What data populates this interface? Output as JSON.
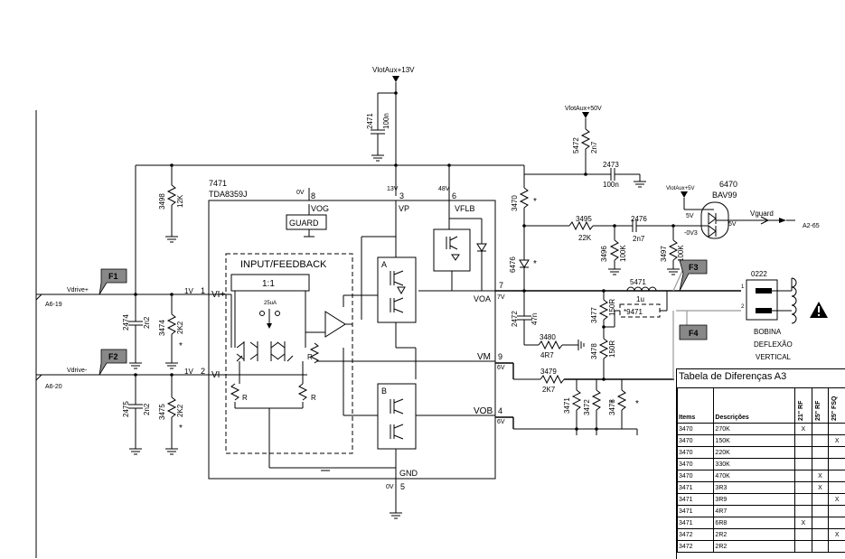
{
  "supply": {
    "vlot13": "VlotAux+13V",
    "vlot50": "VlotAux+50V",
    "vlot5": "VlotAux+5V"
  },
  "ic": {
    "ref": "7471",
    "part": "TDA8359J",
    "vog": "VOG",
    "guard": "GUARD",
    "vp": "VP",
    "vflb": "VFLB",
    "voa": "VOA",
    "vm": "VM",
    "vob": "VOB",
    "gnd": "GND",
    "vip": "VI+",
    "vim": "VI-",
    "block": "INPUT/FEEDBACK",
    "ratio": "1:1",
    "current": "25uA",
    "ampA": "A",
    "ampB": "B",
    "res_r": "R"
  },
  "pins": {
    "p1": "1",
    "p2": "2",
    "p3": "3",
    "p4": "4",
    "p5": "5",
    "p6": "6",
    "p7": "7",
    "p8": "8",
    "p9": "9"
  },
  "volts": {
    "v0_8": "0V",
    "v13": "13V",
    "v48": "48V",
    "v1a": "1V",
    "v1b": "1V",
    "v7": "7V",
    "v6a": "6V",
    "v6b": "6V",
    "v0_5": "0V",
    "v5a": "5V",
    "v5b": "5V",
    "v03": "-0V3"
  },
  "components": {
    "c2471": "2471",
    "c2471v": "100n",
    "r5472": "5472",
    "r5472v": "2n7",
    "c2473": "2473",
    "c2473v": "100n",
    "r3498": "3498",
    "r3498v": "12K",
    "r3470": "3470",
    "star": "*",
    "r3495": "3495",
    "r3495v": "22K",
    "c2476": "2476",
    "c2476v": "2n7",
    "r3496": "3496",
    "r3496v": "100K",
    "r3497": "3497",
    "r3497v": "100K",
    "d6470": "6470",
    "d6470v": "BAV99",
    "d6476": "6476",
    "l5471": "5471",
    "l5471v": "1u",
    "l5471n": "*9471",
    "c2472": "2472",
    "c2472v": "47n",
    "r3477": "3477",
    "r3477v": "150R",
    "r3478": "3478",
    "r3478v": "150R",
    "r3480": "3480",
    "r3480v": "4R7",
    "r3479": "3479",
    "r3479v": "2K7",
    "r3471": "3471",
    "r3472": "3472",
    "r3473": "3473",
    "c2474": "2474",
    "c2474v": "2n2",
    "r3474": "3474",
    "r3474v": "2K2",
    "c2475": "2475",
    "c2475v": "2n2",
    "r3475": "3475",
    "r3475v": "2K2",
    "conn": "0222",
    "conn1": "1",
    "conn2": "2"
  },
  "signals": {
    "vdrive_p": "Vdrive+",
    "vdrive_m": "Vdrive-",
    "a619": "A6-19",
    "a620": "A6-20",
    "vguard": "Vguard",
    "a265": "A2-65"
  },
  "flags": {
    "f1": "F1",
    "f2": "F2",
    "f3": "F3",
    "f4": "F4"
  },
  "coil": {
    "l1": "BOBINA",
    "l2": "DEFLEXÃO",
    "l3": "VERTICAL"
  },
  "table": {
    "title": "Tabela de Diferenças A3",
    "h_items": "Items",
    "h_desc": "Descrições",
    "h_c1": "21\" RF",
    "h_c2": "25\" RF",
    "h_c3": "25\" FSQ",
    "rows": [
      {
        "item": "3470",
        "desc": "270K",
        "a": "X",
        "b": "",
        "c": ""
      },
      {
        "item": "3470",
        "desc": "150K",
        "a": "",
        "b": "",
        "c": "X"
      },
      {
        "item": "3470",
        "desc": "220K",
        "a": "",
        "b": "",
        "c": ""
      },
      {
        "item": "3470",
        "desc": "330K",
        "a": "",
        "b": "",
        "c": ""
      },
      {
        "item": "3470",
        "desc": "470K",
        "a": "",
        "b": "X",
        "c": ""
      },
      {
        "item": "3471",
        "desc": "3R3",
        "a": "",
        "b": "X",
        "c": ""
      },
      {
        "item": "3471",
        "desc": "3R9",
        "a": "",
        "b": "",
        "c": "X"
      },
      {
        "item": "3471",
        "desc": "4R7",
        "a": "",
        "b": "",
        "c": ""
      },
      {
        "item": "3471",
        "desc": "6R8",
        "a": "X",
        "b": "",
        "c": ""
      },
      {
        "item": "3472",
        "desc": "2R2",
        "a": "",
        "b": "",
        "c": "X"
      },
      {
        "item": "3472",
        "desc": "2R2",
        "a": "",
        "b": "",
        "c": ""
      }
    ]
  }
}
